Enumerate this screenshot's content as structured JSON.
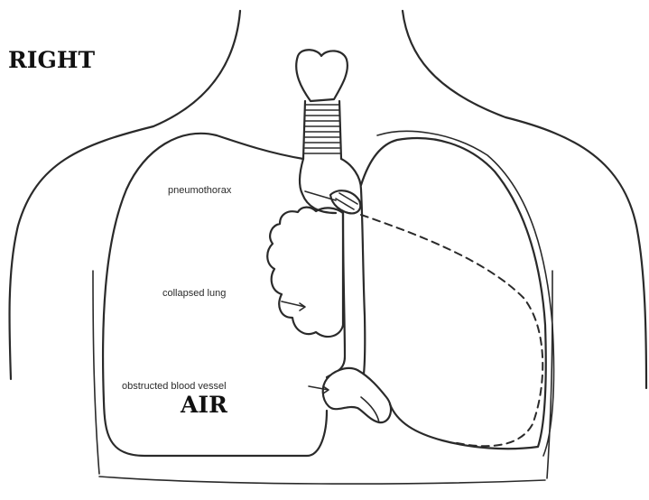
{
  "labels": {
    "right": "RIGHT",
    "air": "AIR",
    "pneumothorax": "pneumothorax",
    "collapsed_lung": "collapsed lung",
    "obstructed_blood_vessel": "obstructed blood vessel"
  },
  "colors": {
    "line": "#2a2a2a",
    "label": "#111111",
    "background": "#ffffff"
  }
}
